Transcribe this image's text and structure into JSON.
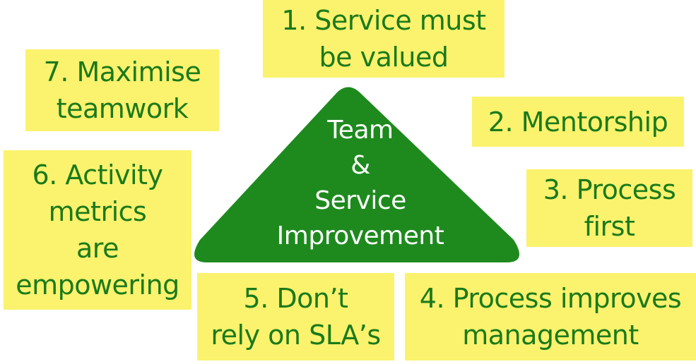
{
  "center": {
    "lines": [
      "Team",
      "&",
      "Service",
      "Improvement"
    ],
    "fill_color": "#1e8a1e"
  },
  "notes": [
    {
      "number": "1",
      "lines": [
        "1. Service must",
        "be valued"
      ]
    },
    {
      "number": "2",
      "lines": [
        "2. Mentorship"
      ]
    },
    {
      "number": "3",
      "lines": [
        "3. Process",
        "first"
      ]
    },
    {
      "number": "4",
      "lines": [
        "4. Process improves",
        "management"
      ]
    },
    {
      "number": "5",
      "lines": [
        "5. Don’t",
        "rely on SLA’s"
      ]
    },
    {
      "number": "6",
      "lines": [
        "6. Activity",
        "metrics",
        "are",
        "empowering"
      ]
    },
    {
      "number": "7",
      "lines": [
        "7. Maximise",
        "teamwork"
      ]
    }
  ],
  "colors": {
    "note_background": "#fbf26e",
    "note_text": "#1a7a1a",
    "center_text": "#ffffff"
  }
}
